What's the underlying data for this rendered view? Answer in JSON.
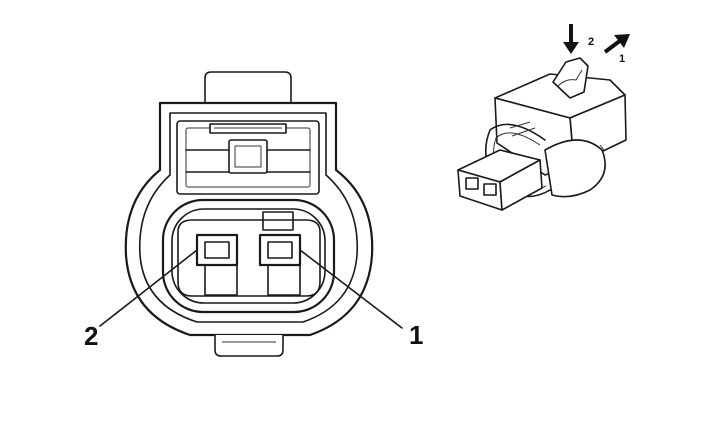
{
  "pins": {
    "pin1": "1",
    "pin2": "2"
  },
  "release_steps": {
    "step1": "1",
    "step2": "2"
  },
  "colors": {
    "line": "#1a1a1a",
    "background": "#ffffff"
  }
}
